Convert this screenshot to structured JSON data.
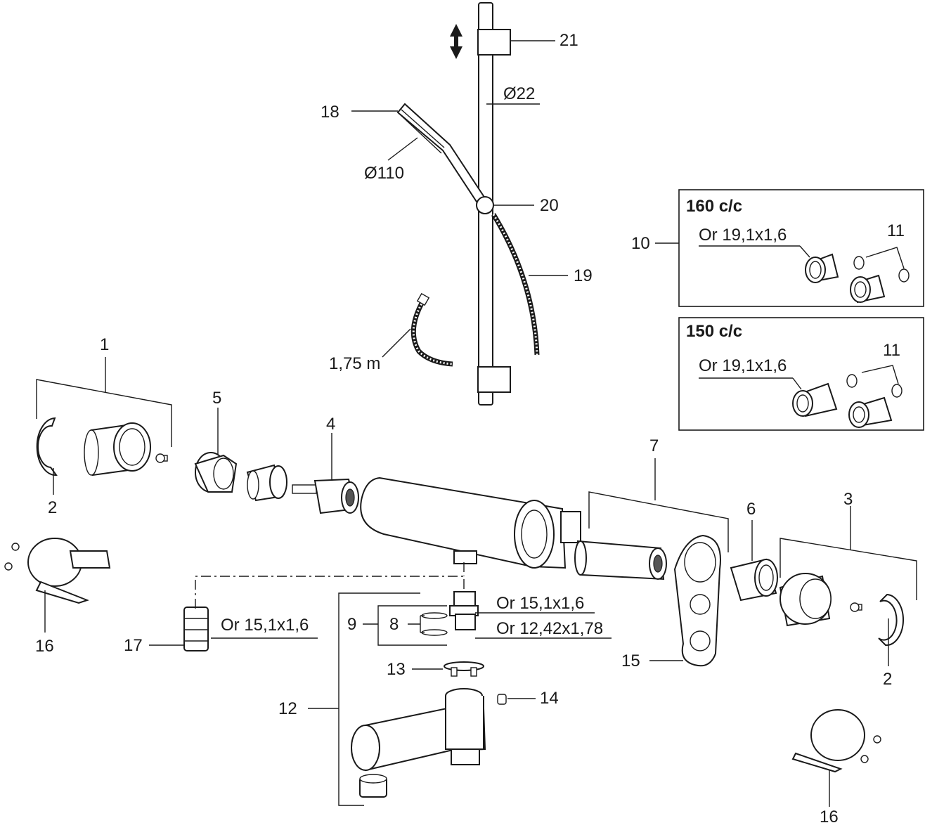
{
  "callouts": {
    "c1": "1",
    "c2a": "2",
    "c2b": "2",
    "c3": "3",
    "c4": "4",
    "c5": "5",
    "c6": "6",
    "c7": "7",
    "c8": "8",
    "c9": "9",
    "c10": "10",
    "c11a": "11",
    "c11b": "11",
    "c12": "12",
    "c13": "13",
    "c14": "14",
    "c15": "15",
    "c16a": "16",
    "c16b": "16",
    "c17": "17",
    "c18": "18",
    "c19": "19",
    "c20": "20",
    "c21": "21"
  },
  "dimensions": {
    "rail_diameter": "Ø22",
    "head_diameter": "Ø110",
    "hose_length": "1,75 m"
  },
  "orings": {
    "o17": "Or 15,1x1,6",
    "o9_top": "Or 15,1x1,6",
    "o9_bottom": "Or 12,42x1,78",
    "o160": "Or 19,1x1,6",
    "o150": "Or 19,1x1,6"
  },
  "boxes": {
    "b160_title": "160 c/c",
    "b150_title": "150 c/c"
  },
  "colors": {
    "line": "#1a1a1a",
    "shade": "#555555",
    "background": "#ffffff"
  }
}
